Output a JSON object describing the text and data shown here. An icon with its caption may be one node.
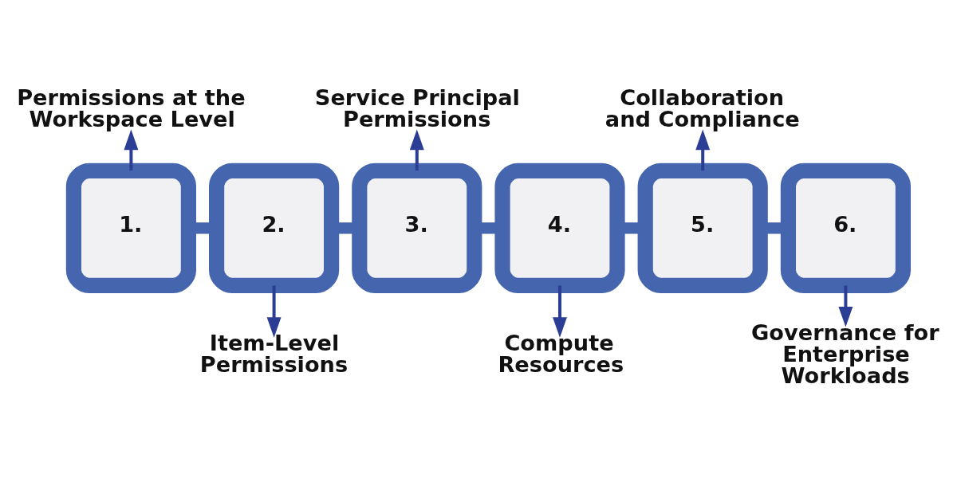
{
  "diagram": {
    "nodes": [
      {
        "text": [
          "1."
        ]
      },
      {
        "text": [
          "Permissions at the Workspace Level"
        ]
      },
      {
        "text": [
          "2."
        ]
      },
      {
        "text": [
          "Item-Level Permissions"
        ]
      },
      {
        "text": [
          "3."
        ]
      },
      {
        "text": [
          "Service Principal Permissions"
        ]
      },
      {
        "text": [
          "4."
        ]
      },
      {
        "text": [
          "Compute Resources"
        ]
      },
      {
        "text": [
          "5."
        ]
      },
      {
        "text": [
          "Collaboration and Compliance"
        ]
      },
      {
        "text": [
          "6."
        ]
      },
      {
        "text": [
          "Governance for Enterprise Workloads"
        ]
      }
    ],
    "edges": [
      {
        "from": 0,
        "to": 1,
        "arrow": "to"
      },
      {
        "from": 0,
        "to": 2,
        "arrow": "none",
        "style": "thick",
        "color": "#4565ae"
      },
      {
        "from": 2,
        "to": 3,
        "arrow": "to"
      },
      {
        "from": 2,
        "to": 4,
        "arrow": "none",
        "style": "thick",
        "color": "#4565ae"
      },
      {
        "from": 4,
        "to": 5,
        "arrow": "to"
      },
      {
        "from": 4,
        "to": 6,
        "arrow": "none",
        "style": "thick",
        "color": "#4565ae"
      },
      {
        "from": 6,
        "to": 7,
        "arrow": "to"
      },
      {
        "from": 6,
        "to": 8,
        "arrow": "none",
        "style": "thick",
        "color": "#4565ae"
      },
      {
        "from": 8,
        "to": 9,
        "arrow": "to"
      },
      {
        "from": 8,
        "to": 10,
        "arrow": "none",
        "style": "thick",
        "color": "#4565ae"
      },
      {
        "from": 10,
        "to": 11,
        "arrow": "to"
      }
    ]
  }
}
